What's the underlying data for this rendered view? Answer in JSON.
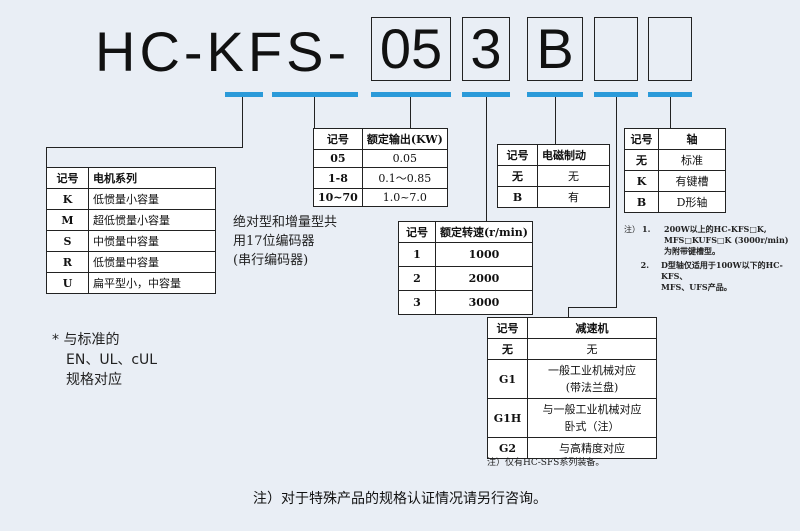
{
  "model": {
    "prefix": "HC-KFS-",
    "slot1": "05",
    "slot2": "3",
    "slot3": "B",
    "slot4": ""
  },
  "accent_color": "#2b9ad9",
  "series_table": {
    "headers": [
      "记号",
      "电机系列"
    ],
    "rows": [
      [
        "K",
        "低惯量小容量"
      ],
      [
        "M",
        "超低惯量小容量"
      ],
      [
        "S",
        "中惯量中容量"
      ],
      [
        "R",
        "低惯量中容量"
      ],
      [
        "U",
        "扁平型小，中容量"
      ]
    ]
  },
  "encoder_note": [
    "绝对型和增量型共",
    "用17位编码器",
    "(串行编码器)"
  ],
  "standard_note": [
    "* 与标准的",
    "EN、UL、cUL",
    "规格对应"
  ],
  "output_table": {
    "headers": [
      "记号",
      "额定输出(KW)"
    ],
    "rows": [
      [
        "05",
        "0.05"
      ],
      [
        "1-8",
        "0.1～0.85"
      ],
      [
        "10~70",
        "1.0~7.0"
      ]
    ]
  },
  "speed_table": {
    "headers": [
      "记号",
      "额定转速(r/min)"
    ],
    "rows": [
      [
        "1",
        "1000"
      ],
      [
        "2",
        "2000"
      ],
      [
        "3",
        "3000"
      ]
    ]
  },
  "brake_table": {
    "headers": [
      "记号",
      "电磁制动"
    ],
    "rows": [
      [
        "无",
        "无"
      ],
      [
        "B",
        "有"
      ]
    ]
  },
  "shaft_table": {
    "headers": [
      "记号",
      "轴"
    ],
    "rows": [
      [
        "无",
        "标准"
      ],
      [
        "K",
        "有键槽"
      ],
      [
        "B",
        "D形轴"
      ]
    ]
  },
  "shaft_notes": {
    "label": "注）",
    "items": [
      {
        "num": "1.",
        "lines": [
          "200W以上的HC-KFS□K,",
          "MFS□KUFS□K (3000r/min)",
          "为附带键槽型。"
        ]
      },
      {
        "num": "2.",
        "lines": [
          "D型轴仅适用于100W以下的HC-KFS、",
          "MFS、UFS产品。"
        ]
      }
    ]
  },
  "reducer_table": {
    "headers": [
      "记号",
      "减速机"
    ],
    "rows": [
      [
        "无",
        "无"
      ],
      [
        "G1",
        "一般工业机械对应",
        "(带法兰盘)"
      ],
      [
        "G1H",
        "与一般工业机械对应",
        "卧式（注）"
      ],
      [
        "G2",
        "与高精度对应"
      ]
    ]
  },
  "reducer_note": "注）仅有HC-SFS系列装备。",
  "footer_note": "注）对于特殊产品的规格认证情况请另行咨询。"
}
